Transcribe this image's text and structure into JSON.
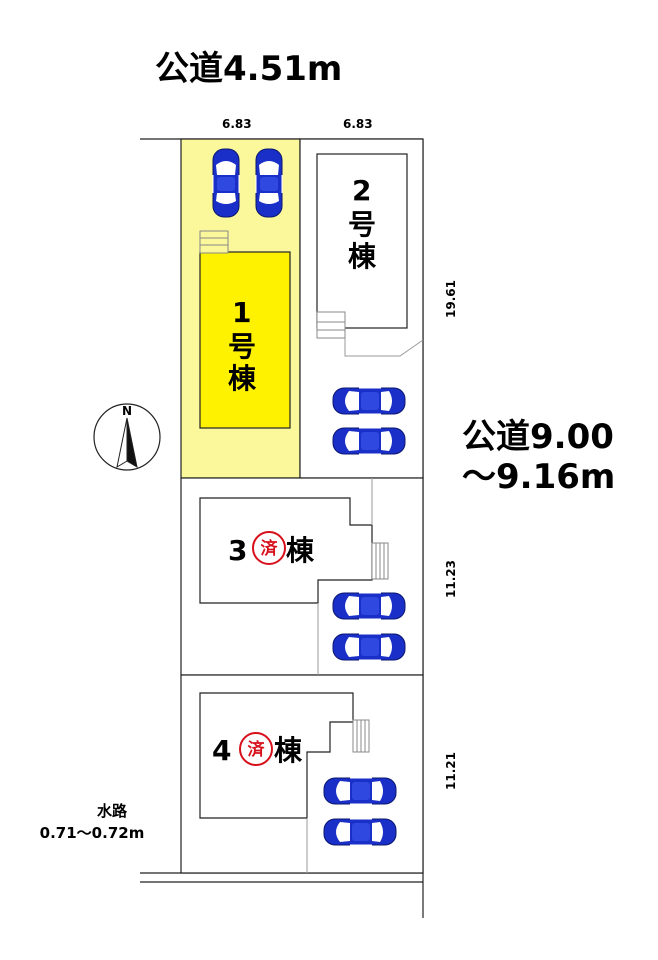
{
  "roads": {
    "north": "公道4.51m",
    "east_line1": "公道9.00",
    "east_line2": "～9.16m"
  },
  "dimensions": {
    "top_left_width": "6.83",
    "top_right_width": "6.83",
    "lot_front_depth": "19.61",
    "lot3_depth": "11.23",
    "lot4_depth": "11.21"
  },
  "buildings": {
    "b1": {
      "num": "1",
      "line2": "号",
      "line3": "棟"
    },
    "b2": {
      "num": "2",
      "line2": "号",
      "line3": "棟"
    },
    "b3": {
      "num": "3",
      "suffix": "棟"
    },
    "b4": {
      "num": "4",
      "suffix": "棟"
    }
  },
  "sold_badge": "済",
  "waterway": {
    "label": "水路",
    "width": "0.71～0.72m"
  },
  "compass": {
    "north_label": "N"
  },
  "colors": {
    "highlight_lot": "#fbf79b",
    "highlight_building": "#fff200",
    "car_body": "#1a2fc8",
    "sold_badge": "#d8101c"
  },
  "icons": [
    "car-icon",
    "compass-icon",
    "stairs-icon"
  ]
}
